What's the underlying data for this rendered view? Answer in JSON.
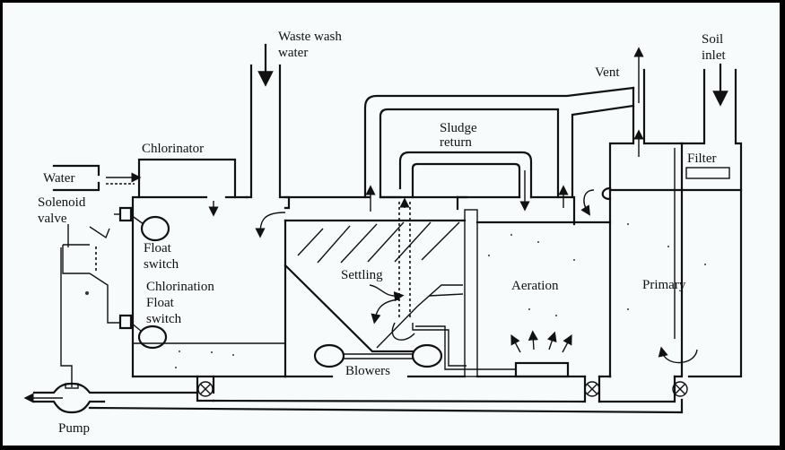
{
  "diagram": {
    "title": "Package sewage treatment plant schematic",
    "labels": {
      "waste_wash_water_1": "Waste wash",
      "waste_wash_water_2": "water",
      "soil_inlet_1": "Soil",
      "soil_inlet_2": "inlet",
      "vent": "Vent",
      "sludge_return_1": "Sludge",
      "sludge_return_2": "return",
      "chlorinator": "Chlorinator",
      "water": "Water",
      "solenoid_valve_1": "Solenoid",
      "solenoid_valve_2": "valve",
      "filter": "Filter",
      "float_switch_upper_1": "Float",
      "float_switch_upper_2": "switch",
      "chlorination": "Chlorination",
      "float_switch_lower_1": "Float",
      "float_switch_lower_2": "switch",
      "settling": "Settling",
      "aeration": "Aeration",
      "primary": "Primary",
      "blowers": "Blowers",
      "pump": "Pump"
    },
    "compartments": [
      "Chlorination",
      "Settling",
      "Aeration",
      "Primary"
    ],
    "flow_arrows": [
      "Waste wash water in",
      "Soil inlet in",
      "Vent out",
      "Sludge return",
      "Water to chlorinator",
      "Pump discharge"
    ]
  }
}
